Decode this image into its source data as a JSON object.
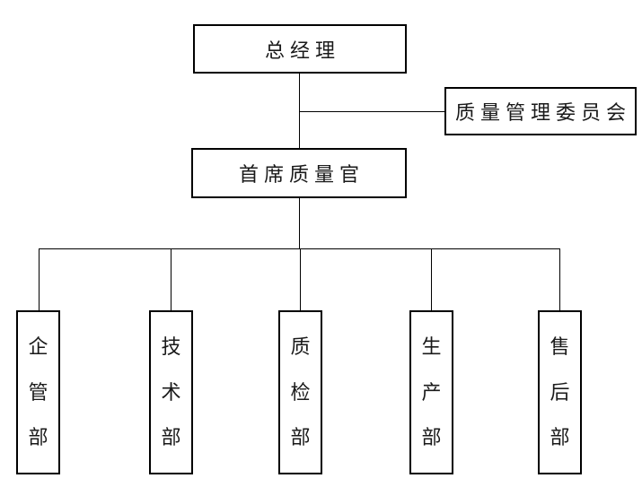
{
  "org_chart": {
    "colors": {
      "background": "#ffffff",
      "line": "#000000",
      "border": "#000000",
      "text": "#1a1a1a"
    },
    "nodes": {
      "general_manager": {
        "label": "总经理"
      },
      "quality_committee": {
        "label": "质量管理委员会"
      },
      "chief_quality_officer": {
        "label": "首席质量官"
      }
    },
    "departments": [
      {
        "label": "企管部",
        "chars": [
          "企",
          "管",
          "部"
        ]
      },
      {
        "label": "技术部",
        "chars": [
          "技",
          "术",
          "部"
        ]
      },
      {
        "label": "质检部",
        "chars": [
          "质",
          "检",
          "部"
        ]
      },
      {
        "label": "生产部",
        "chars": [
          "生",
          "产",
          "部"
        ]
      },
      {
        "label": "售后部",
        "chars": [
          "售",
          "后",
          "部"
        ]
      }
    ],
    "hierarchy": [
      {
        "parent": "总经理",
        "child": "首席质量官"
      },
      {
        "parent": "总经理",
        "child": "质量管理委员会"
      },
      {
        "parent": "首席质量官",
        "child": "企管部"
      },
      {
        "parent": "首席质量官",
        "child": "技术部"
      },
      {
        "parent": "首席质量官",
        "child": "质检部"
      },
      {
        "parent": "首席质量官",
        "child": "生产部"
      },
      {
        "parent": "首席质量官",
        "child": "售后部"
      }
    ]
  }
}
